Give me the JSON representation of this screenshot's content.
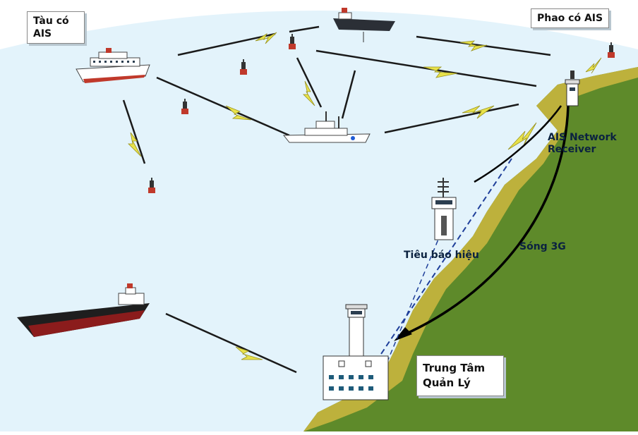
{
  "labels": {
    "ship_with_ais": [
      "Tàu có",
      "AIS"
    ],
    "buoy_with_ais": "Phao có AIS",
    "receiver": [
      "AIS Network",
      "Receiver"
    ],
    "beacon": "Tiêu báo hiệu",
    "signal_3g": "Sóng 3G",
    "control_center": [
      "Trung Tâm",
      "Quản Lý"
    ]
  },
  "colors": {
    "sea": "#e3f3fb",
    "sky": "#ffffff",
    "land": "#5e8a2a",
    "coast": "#bdb13c",
    "link": "#1a1a1a",
    "bolt": "#e8e24a",
    "dashed": "#1f3f9a"
  }
}
